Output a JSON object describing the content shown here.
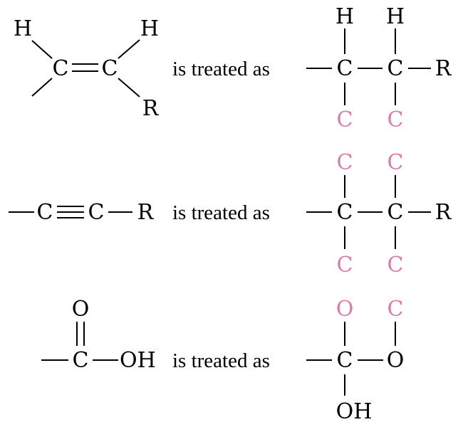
{
  "phrase": "is treated as",
  "colors": {
    "ink": "#000000",
    "duplicate_atom": "#e07aa6",
    "background": "#ffffff"
  },
  "rows": [
    {
      "left": {
        "atoms": [
          "H",
          "H",
          "C",
          "C",
          "R"
        ]
      },
      "right": {
        "atoms": [
          "H",
          "H",
          "C",
          "C",
          "R"
        ],
        "duplicates": [
          "C",
          "C"
        ]
      }
    },
    {
      "left": {
        "atoms": [
          "C",
          "C",
          "R"
        ]
      },
      "right": {
        "atoms": [
          "C",
          "C",
          "R"
        ],
        "duplicates": [
          "C",
          "C",
          "C",
          "C"
        ]
      }
    },
    {
      "left": {
        "atoms": [
          "O",
          "C",
          "OH"
        ]
      },
      "right": {
        "atoms": [
          "C",
          "O",
          "OH"
        ],
        "duplicates": [
          "O",
          "C"
        ]
      }
    }
  ]
}
